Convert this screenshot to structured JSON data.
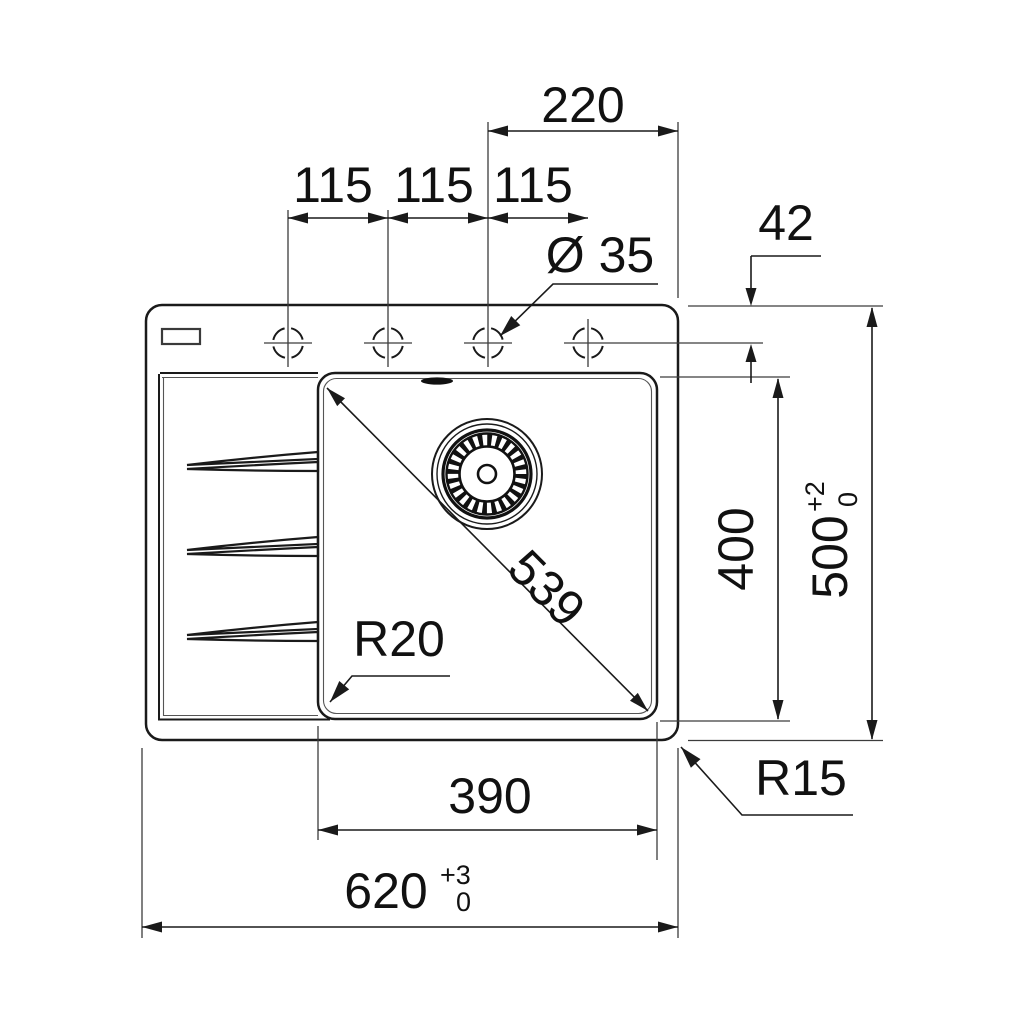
{
  "drawing": {
    "type": "technical-dimension-drawing",
    "subject": "kitchen sink with drainboard, top view",
    "labels": {
      "tap_hole_offset": "220",
      "hole_spacing_1": "115",
      "hole_spacing_2": "115",
      "hole_spacing_3": "115",
      "hole_diameter": "Ø 35",
      "hole_centerline_offset": "42",
      "bowl_depth": "400",
      "overall_depth": "500",
      "overall_depth_tol_upper": "+2",
      "overall_depth_tol_lower": "0",
      "bowl_diagonal": "539",
      "bowl_corner_radius": "R20",
      "outer_corner_radius": "R15",
      "bowl_width": "390",
      "overall_width": "620",
      "overall_width_tol_upper": "+3",
      "overall_width_tol_lower": "0"
    },
    "colors": {
      "line": "#1a1a1a",
      "thin_line": "#555555",
      "background": "#ffffff"
    }
  }
}
